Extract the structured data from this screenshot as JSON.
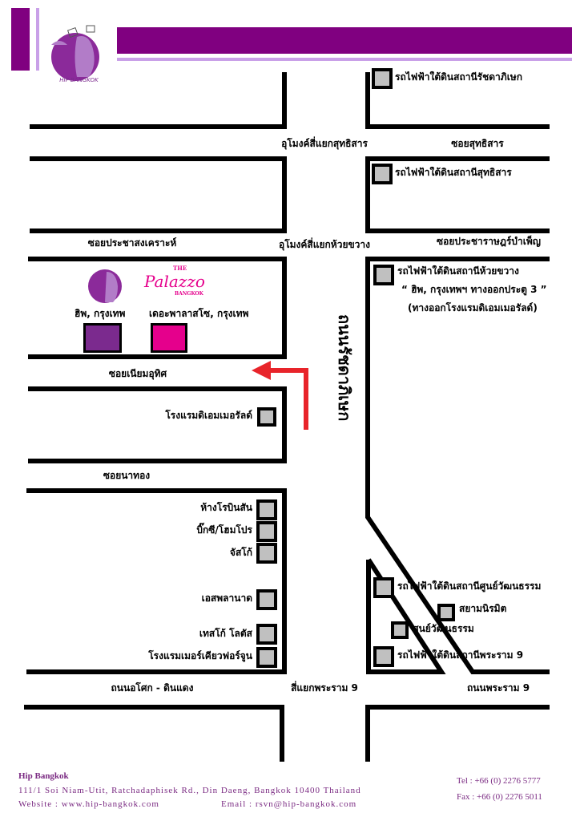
{
  "colors": {
    "brand_purple": "#800080",
    "lavender": "#c9a0e8",
    "hip_box": "#7b2a8e",
    "palazzo_box": "#e5008c",
    "arrow": "#e8242a",
    "station": "#c0c0c0"
  },
  "logo": {
    "brand": "HIP BANGKOK"
  },
  "palazzo_logo": {
    "the": "THE",
    "name": "Palazzo",
    "city": "BANGKOK"
  },
  "roads": {
    "sutthisan_tunnel": "อุโมงค์สี่แยกสุทธิสาร",
    "soi_sutthisan": "ซอยสุทธิสาร",
    "soi_pracha_songkhro": "ซอยประชาสงเคราะห์",
    "huai_khwang_tunnel": "อุโมงค์สี่แยกห้วยขวาง",
    "soi_pracharat_bamphen": "ซอยประชาราษฎร์บำเพ็ญ",
    "soi_niam_uthit": "ซอยเนียมอุทิศ",
    "ratchadaphisek": "ถนนรัชดาภิเษก",
    "soi_na_thong": "ซอยนาทอง",
    "asok_din_daeng": "ถนนอโศก - ดินแดง",
    "rama9_junction": "สี่แยกพระราม 9",
    "rama9_road": "ถนนพระราม 9"
  },
  "stations": {
    "ratchadaphisek": "รถไฟฟ้าใต้ดินสถานีรัชดาภิเษก",
    "sutthisan": "รถไฟฟ้าใต้ดินสถานีสุทธิสาร",
    "huai_khwang": "รถไฟฟ้าใต้ดินสถานีห้วยขวาง",
    "huai_khwang_note1": "“ ฮิพ, กรุงเทพฯ ทางออกประตู 3 ”",
    "huai_khwang_note2": "(ทางออกโรงแรมดิเอมเมอรัลด์)",
    "cultural_centre": "รถไฟฟ้าใต้ดินสถานีศูนย์วัฒนธรรม",
    "rama9": "รถไฟฟ้าใต้ดินสถานีพระราม 9"
  },
  "hotels": {
    "hip": "ฮิพ, กรุงเทพ",
    "palazzo": "เดอะพาลาสโซ, กรุงเทพ"
  },
  "landmarks": {
    "emerald": "โรงแรมดิเอมเมอรัลด์",
    "robinson": "ห้างโรบินสัน",
    "bigc": "บิ๊กซี/โฮมโปร",
    "jusco": "จัสโก้",
    "esplanade": "เอสพลานาด",
    "tesco": "เทสโก้ โลตัส",
    "fortune": "โรงแรมเมอร์เคียวฟอร์จูน",
    "siam_niramit": "สยามนิรมิต",
    "cultural_centre": "ศูนย์วัฒนธรรม"
  },
  "footer": {
    "name": "Hip Bangkok",
    "address": "111/1 Soi Niam-Utit, Ratchadaphisek Rd., Din Daeng, Bangkok 10400 Thailand",
    "website": "Website : www.hip-bangkok.com",
    "email": "Email : rsvn@hip-bangkok.com",
    "tel": "Tel : +66 (0) 2276 5777",
    "fax": "Fax : +66 (0) 2276 5011"
  }
}
